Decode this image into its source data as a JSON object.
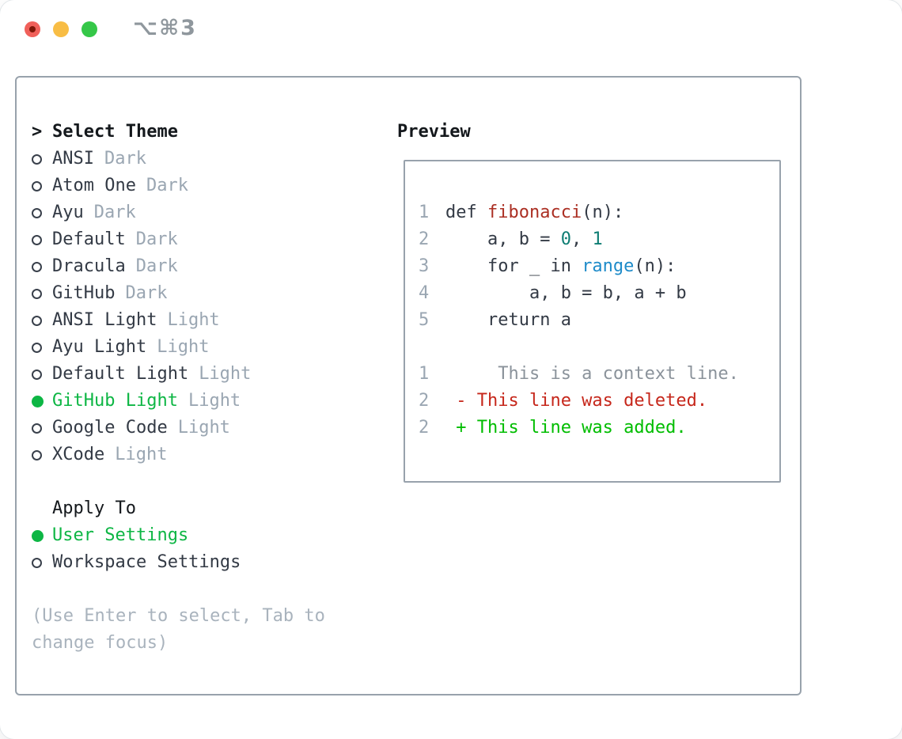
{
  "window": {
    "title": "⌥⌘3",
    "traffic_lights": {
      "close": "close-button",
      "minimize": "minimize-button",
      "zoom": "zoom-button",
      "close_has_unsaved_dot": true
    }
  },
  "colors": {
    "tl-red": "#f0605a",
    "tl-yellow": "#f8bd45",
    "tl-green": "#35c748",
    "border": "#98a2ac",
    "text": "#333a45",
    "muted": "#9aa6b2",
    "sel-green": "#0db644",
    "add-green": "#00bd00",
    "del-red": "#c6271b",
    "func-red": "#ab2f23",
    "builtin-blue": "#1e8bc9",
    "num-teal": "#0e7d73"
  },
  "theme_picker": {
    "prompt": ">",
    "title": "Select Theme",
    "themes": [
      {
        "name": "ANSI",
        "variant": "Dark",
        "selected": false
      },
      {
        "name": "Atom One",
        "variant": "Dark",
        "selected": false
      },
      {
        "name": "Ayu",
        "variant": "Dark",
        "selected": false
      },
      {
        "name": "Default",
        "variant": "Dark",
        "selected": false
      },
      {
        "name": "Dracula",
        "variant": "Dark",
        "selected": false
      },
      {
        "name": "GitHub",
        "variant": "Dark",
        "selected": false
      },
      {
        "name": "ANSI Light",
        "variant": "Light",
        "selected": false
      },
      {
        "name": "Ayu Light",
        "variant": "Light",
        "selected": false
      },
      {
        "name": "Default Light",
        "variant": "Light",
        "selected": false
      },
      {
        "name": "GitHub Light",
        "variant": "Light",
        "selected": true
      },
      {
        "name": "Google Code",
        "variant": "Light",
        "selected": false
      },
      {
        "name": "XCode",
        "variant": "Light",
        "selected": false
      }
    ],
    "apply_to": {
      "title": "Apply To",
      "options": [
        {
          "label": "User Settings",
          "selected": true
        },
        {
          "label": "Workspace Settings",
          "selected": false
        }
      ]
    },
    "hint_line1": "(Use Enter to select, Tab to",
    "hint_line2": "change focus)"
  },
  "preview": {
    "title": "Preview",
    "lines": [
      {
        "num": "1",
        "segments": [
          {
            "t": "def ",
            "c": "code"
          },
          {
            "t": "fibonacci",
            "c": "func"
          },
          {
            "t": "(n):",
            "c": "code"
          }
        ]
      },
      {
        "num": "2",
        "segments": [
          {
            "t": "    a, b = ",
            "c": "code"
          },
          {
            "t": "0",
            "c": "num"
          },
          {
            "t": ", ",
            "c": "code"
          },
          {
            "t": "1",
            "c": "num"
          }
        ]
      },
      {
        "num": "3",
        "segments": [
          {
            "t": "    for _ in ",
            "c": "code"
          },
          {
            "t": "range",
            "c": "builtin"
          },
          {
            "t": "(n):",
            "c": "code"
          }
        ]
      },
      {
        "num": "4",
        "segments": [
          {
            "t": "        a, b = b, a + b",
            "c": "code"
          }
        ]
      },
      {
        "num": "5",
        "segments": [
          {
            "t": "    return a",
            "c": "code"
          }
        ]
      },
      {
        "num": "",
        "segments": []
      },
      {
        "num": "1",
        "segments": [
          {
            "t": "     This is a context line.",
            "c": "context"
          }
        ]
      },
      {
        "num": "2",
        "segments": [
          {
            "t": " - This line was deleted.",
            "c": "del"
          }
        ]
      },
      {
        "num": "2",
        "segments": [
          {
            "t": " + This line was added.",
            "c": "add"
          }
        ]
      }
    ]
  }
}
